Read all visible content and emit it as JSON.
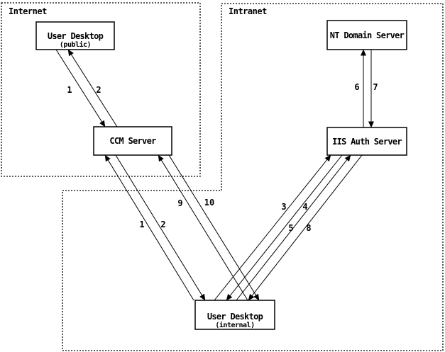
{
  "diagram": {
    "regions": [
      {
        "label": "Internet"
      },
      {
        "label": "Intranet"
      }
    ],
    "nodes": [
      {
        "title": "User Desktop",
        "subtitle": "(public)",
        "region": "Internet"
      },
      {
        "title": "CCM Server",
        "region": "Internet"
      },
      {
        "title": "NT Domain Server",
        "region": "Intranet"
      },
      {
        "title": "IIS Auth Server",
        "region": "Intranet"
      },
      {
        "title": "User Desktop",
        "subtitle": "(internal)",
        "region": "Intranet"
      }
    ],
    "steps": [
      {
        "label": "1",
        "from": "User Desktop (public)",
        "to": "CCM Server"
      },
      {
        "label": "2",
        "from": "CCM Server",
        "to": "User Desktop (public)"
      },
      {
        "label": "1",
        "from": "User Desktop (internal)",
        "to": "CCM Server"
      },
      {
        "label": "2",
        "from": "CCM Server",
        "to": "User Desktop (internal)"
      },
      {
        "label": "3",
        "from": "User Desktop (internal)",
        "to": "IIS Auth Server"
      },
      {
        "label": "4",
        "from": "IIS Auth Server",
        "to": "User Desktop (internal)"
      },
      {
        "label": "5",
        "from": "User Desktop (internal)",
        "to": "IIS Auth Server"
      },
      {
        "label": "6",
        "from": "IIS Auth Server",
        "to": "NT Domain Server"
      },
      {
        "label": "7",
        "from": "NT Domain Server",
        "to": "IIS Auth Server"
      },
      {
        "label": "8",
        "from": "IIS Auth Server",
        "to": "User Desktop (internal)"
      },
      {
        "label": "9",
        "from": "User Desktop (internal)",
        "to": "CCM Server"
      },
      {
        "label": "10",
        "from": "CCM Server",
        "to": "User Desktop (internal)"
      }
    ],
    "colors": {
      "ink": "#000000",
      "paper": "#ffffff"
    }
  }
}
